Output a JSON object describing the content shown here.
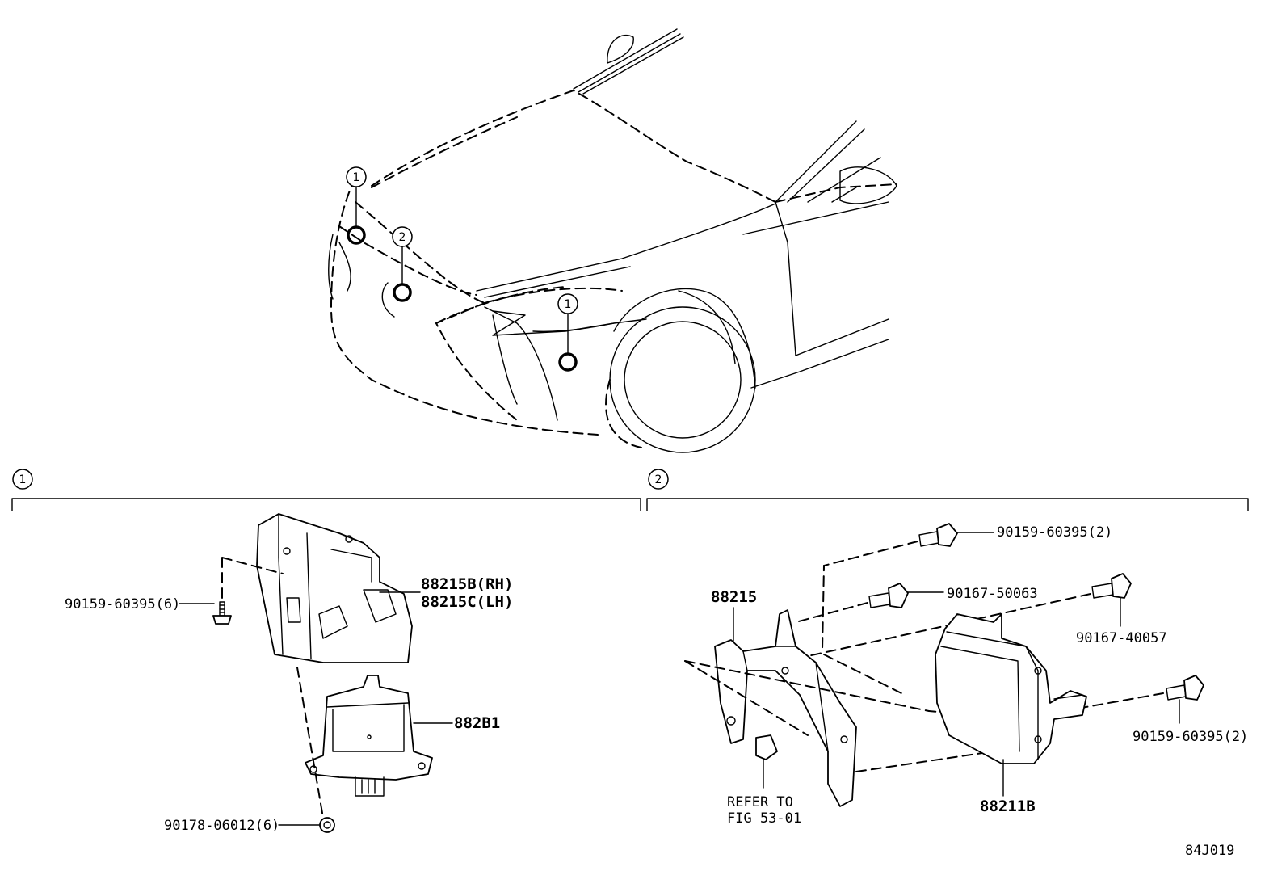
{
  "views": {
    "view_1": {
      "marker": "1"
    },
    "view_2": {
      "marker": "2"
    }
  },
  "car": {
    "callouts": [
      "1",
      "2",
      "1"
    ]
  },
  "section_1": {
    "bracket_part": "88215B(RH)",
    "bracket_part_alt": "88215C(LH)",
    "sensor_part": "882B1",
    "bolt_part": "90159-60395(6)",
    "nut_part": "90178-06012(6)"
  },
  "section_2": {
    "bracket_part": "88215",
    "sensor_part": "88211B",
    "bolt_top": "90159-60395(2)",
    "bolt_mid": "90167-50063",
    "bolt_right_top": "90167-40057",
    "bolt_right": "90159-60395(2)",
    "refer_line1": "REFER TO",
    "refer_line2": "FIG 53-01"
  },
  "figure_code": "84J019"
}
